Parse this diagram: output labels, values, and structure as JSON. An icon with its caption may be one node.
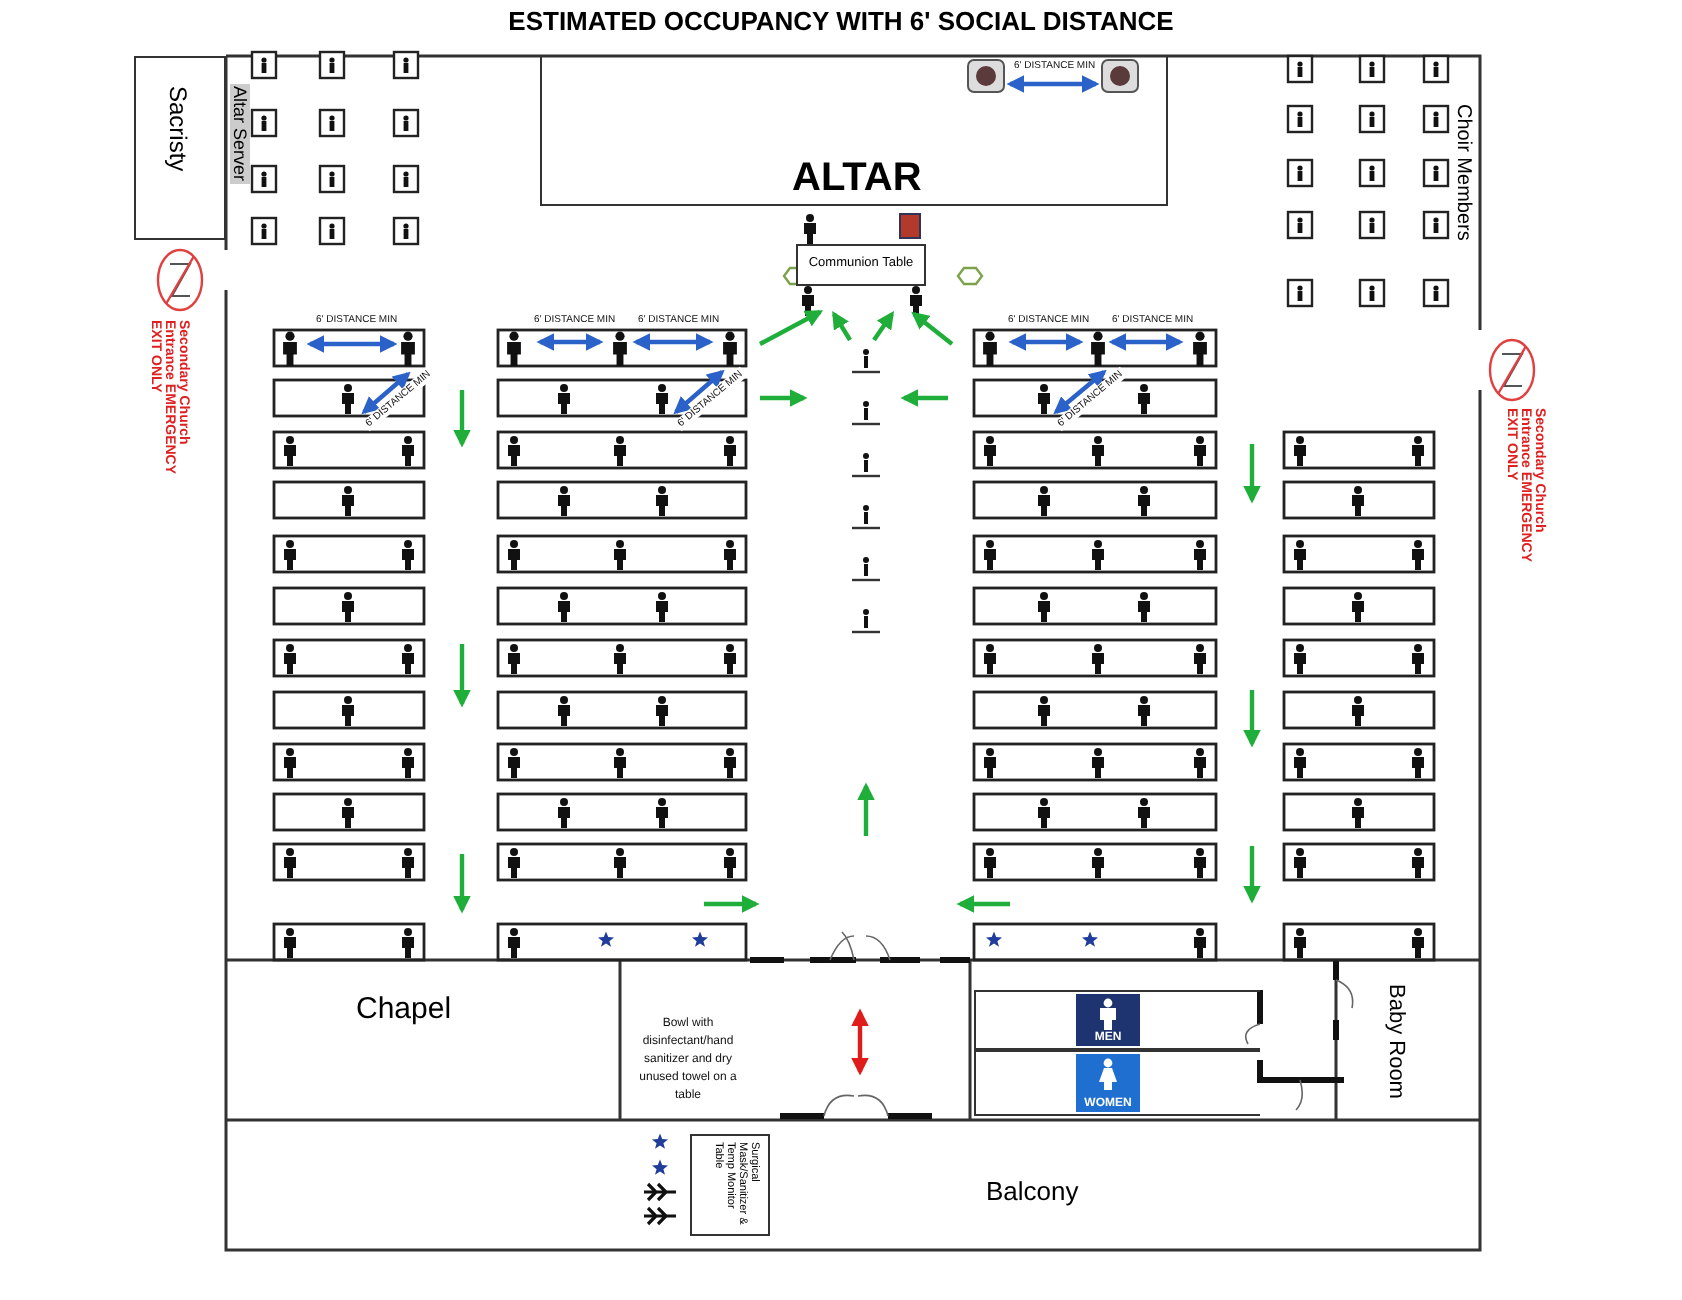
{
  "diagram": {
    "title": "ESTIMATED OCCUPANCY WITH 6' SOCIAL DISTANCE",
    "nodes": [
      {
        "text": [
          "Sacristy"
        ]
      },
      {
        "text": [
          "Altar Server"
        ]
      },
      {
        "text": [
          "ALTAR"
        ]
      },
      {
        "text": [
          "Choir Members"
        ]
      },
      {
        "text": [
          "Communion Table"
        ]
      },
      {
        "text": [
          "Chapel"
        ]
      },
      {
        "text": [
          "MEN"
        ]
      },
      {
        "text": [
          "WOMEN"
        ]
      },
      {
        "text": [
          "Baby Room"
        ]
      },
      {
        "text": [
          "Balcony"
        ]
      },
      {
        "text": [
          "Surgical Mask/Sanitizer & Temp Monitor Table"
        ],
        "in": 9
      }
    ],
    "labels": [
      "6' DISTANCE MIN",
      "Secondary Church Entrance EMERGENCY EXIT ONLY",
      "Secondary Church Entrance EMERGENCY EXIT ONLY",
      "6' DISTANCE MIN",
      "6' DISTANCE MIN",
      "6' DISTANCE MIN",
      "6' DISTANCE MIN",
      "6' DISTANCE MIN",
      "6' DISTANCE MIN",
      "6' DISTANCE MIN",
      "6' DISTANCE MIN",
      "Bowl with disinfectant/hand sanitizer and dry unused towel on a table"
    ]
  }
}
